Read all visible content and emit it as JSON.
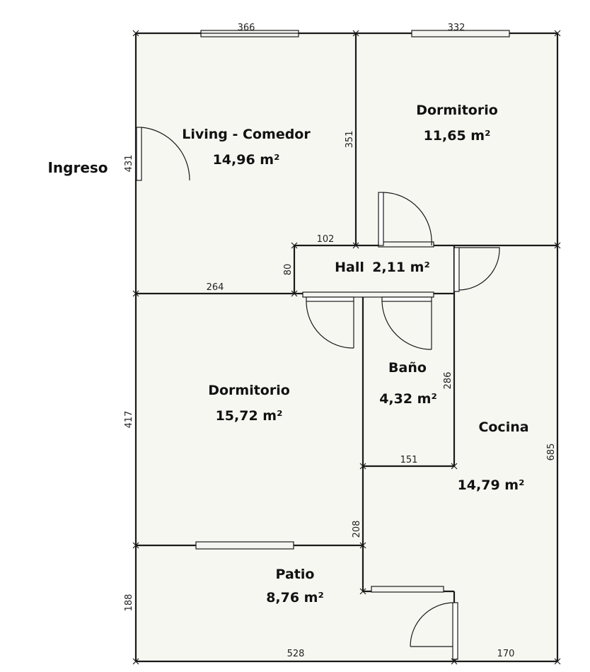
{
  "colors": {
    "floor": "#f7f7f2",
    "wall": "#1a1a1a",
    "background": "#ffffff"
  },
  "entrance": {
    "label": "Ingreso"
  },
  "rooms": {
    "living": {
      "name": "Living - Comedor",
      "area": "14,96 m²"
    },
    "dorm_top": {
      "name": "Dormitorio",
      "area": "11,65 m²"
    },
    "hall": {
      "name": "Hall",
      "area": "2,11 m²"
    },
    "dorm_bottom": {
      "name": "Dormitorio",
      "area": "15,72 m²"
    },
    "bath": {
      "name": "Baño",
      "area": "4,32 m²"
    },
    "kitchen": {
      "name": "Cocina",
      "area": "14,79 m²"
    },
    "patio": {
      "name": "Patio",
      "area": "8,76 m²"
    }
  },
  "dimensions": {
    "top_left": "366",
    "top_right": "332",
    "left_living": "431",
    "living_dorm_wall": "351",
    "hall_width": "102",
    "hall_height": "80",
    "dorm_top_wall": "264",
    "bath_height": "286",
    "bath_width": "151",
    "left_dorm": "417",
    "right_total": "685",
    "patio_wall": "208",
    "left_patio": "188",
    "bottom_left": "528",
    "bottom_right": "170"
  }
}
